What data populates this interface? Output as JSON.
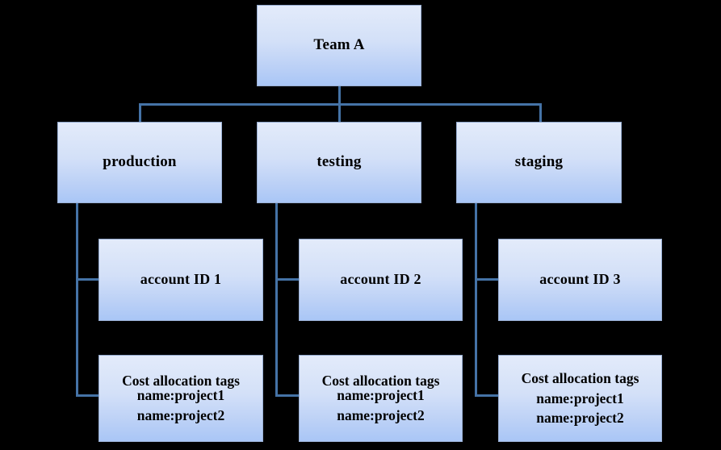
{
  "diagram": {
    "type": "org-hierarchy",
    "background_color": "#000000",
    "connector_color": "#4573a7",
    "node_fill_top": "#e3ebfa",
    "node_fill_bottom": "#a9c6f6",
    "node_border_color": "#9ab0d4",
    "text_color": "#000000",
    "root": {
      "label": "Team A"
    },
    "environments": [
      {
        "label": "production"
      },
      {
        "label": "testing"
      },
      {
        "label": "staging"
      }
    ],
    "accounts": [
      {
        "label": "account ID 1"
      },
      {
        "label": "account ID 2"
      },
      {
        "label": "account ID 3"
      }
    ],
    "tag_groups": [
      {
        "heading": "Cost allocation tags",
        "tag1": "name:project1",
        "tag2": "name:project2"
      },
      {
        "heading": "Cost allocation tags",
        "tag1": "name:project1",
        "tag2": "name:project2"
      },
      {
        "heading": "Cost allocation tags",
        "tag1": "name:project1",
        "tag2": "name:project2"
      }
    ]
  }
}
